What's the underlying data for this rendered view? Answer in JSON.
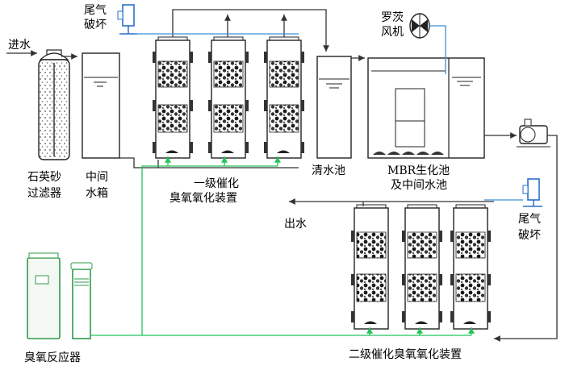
{
  "labels": {
    "inlet": "进水",
    "tail_gas_top_1": "尾气",
    "tail_gas_top_2": "破坏",
    "quartz_1": "石英砂",
    "quartz_2": "过滤器",
    "mid_tank_1": "中间",
    "mid_tank_2": "水箱",
    "stage1_1": "一级催化",
    "stage1_2": "臭氧氧化装置",
    "clear_pool": "清水池",
    "roots_1": "罗茨",
    "roots_2": "风机",
    "mbr_1": "MBR生化池",
    "mbr_2": "及中间水池",
    "outlet": "出水",
    "tail_gas_right_1": "尾气",
    "tail_gas_right_2": "破坏",
    "ozone_reactor": "臭氧反应器",
    "stage2": "二级催化臭氧氧化装置"
  },
  "colors": {
    "water_line": "#333333",
    "ozone_line": "#22c45a",
    "air_line": "#3a8fd6",
    "equipment_stroke": "#222222",
    "reactor_frame": "#2e9b4a"
  }
}
